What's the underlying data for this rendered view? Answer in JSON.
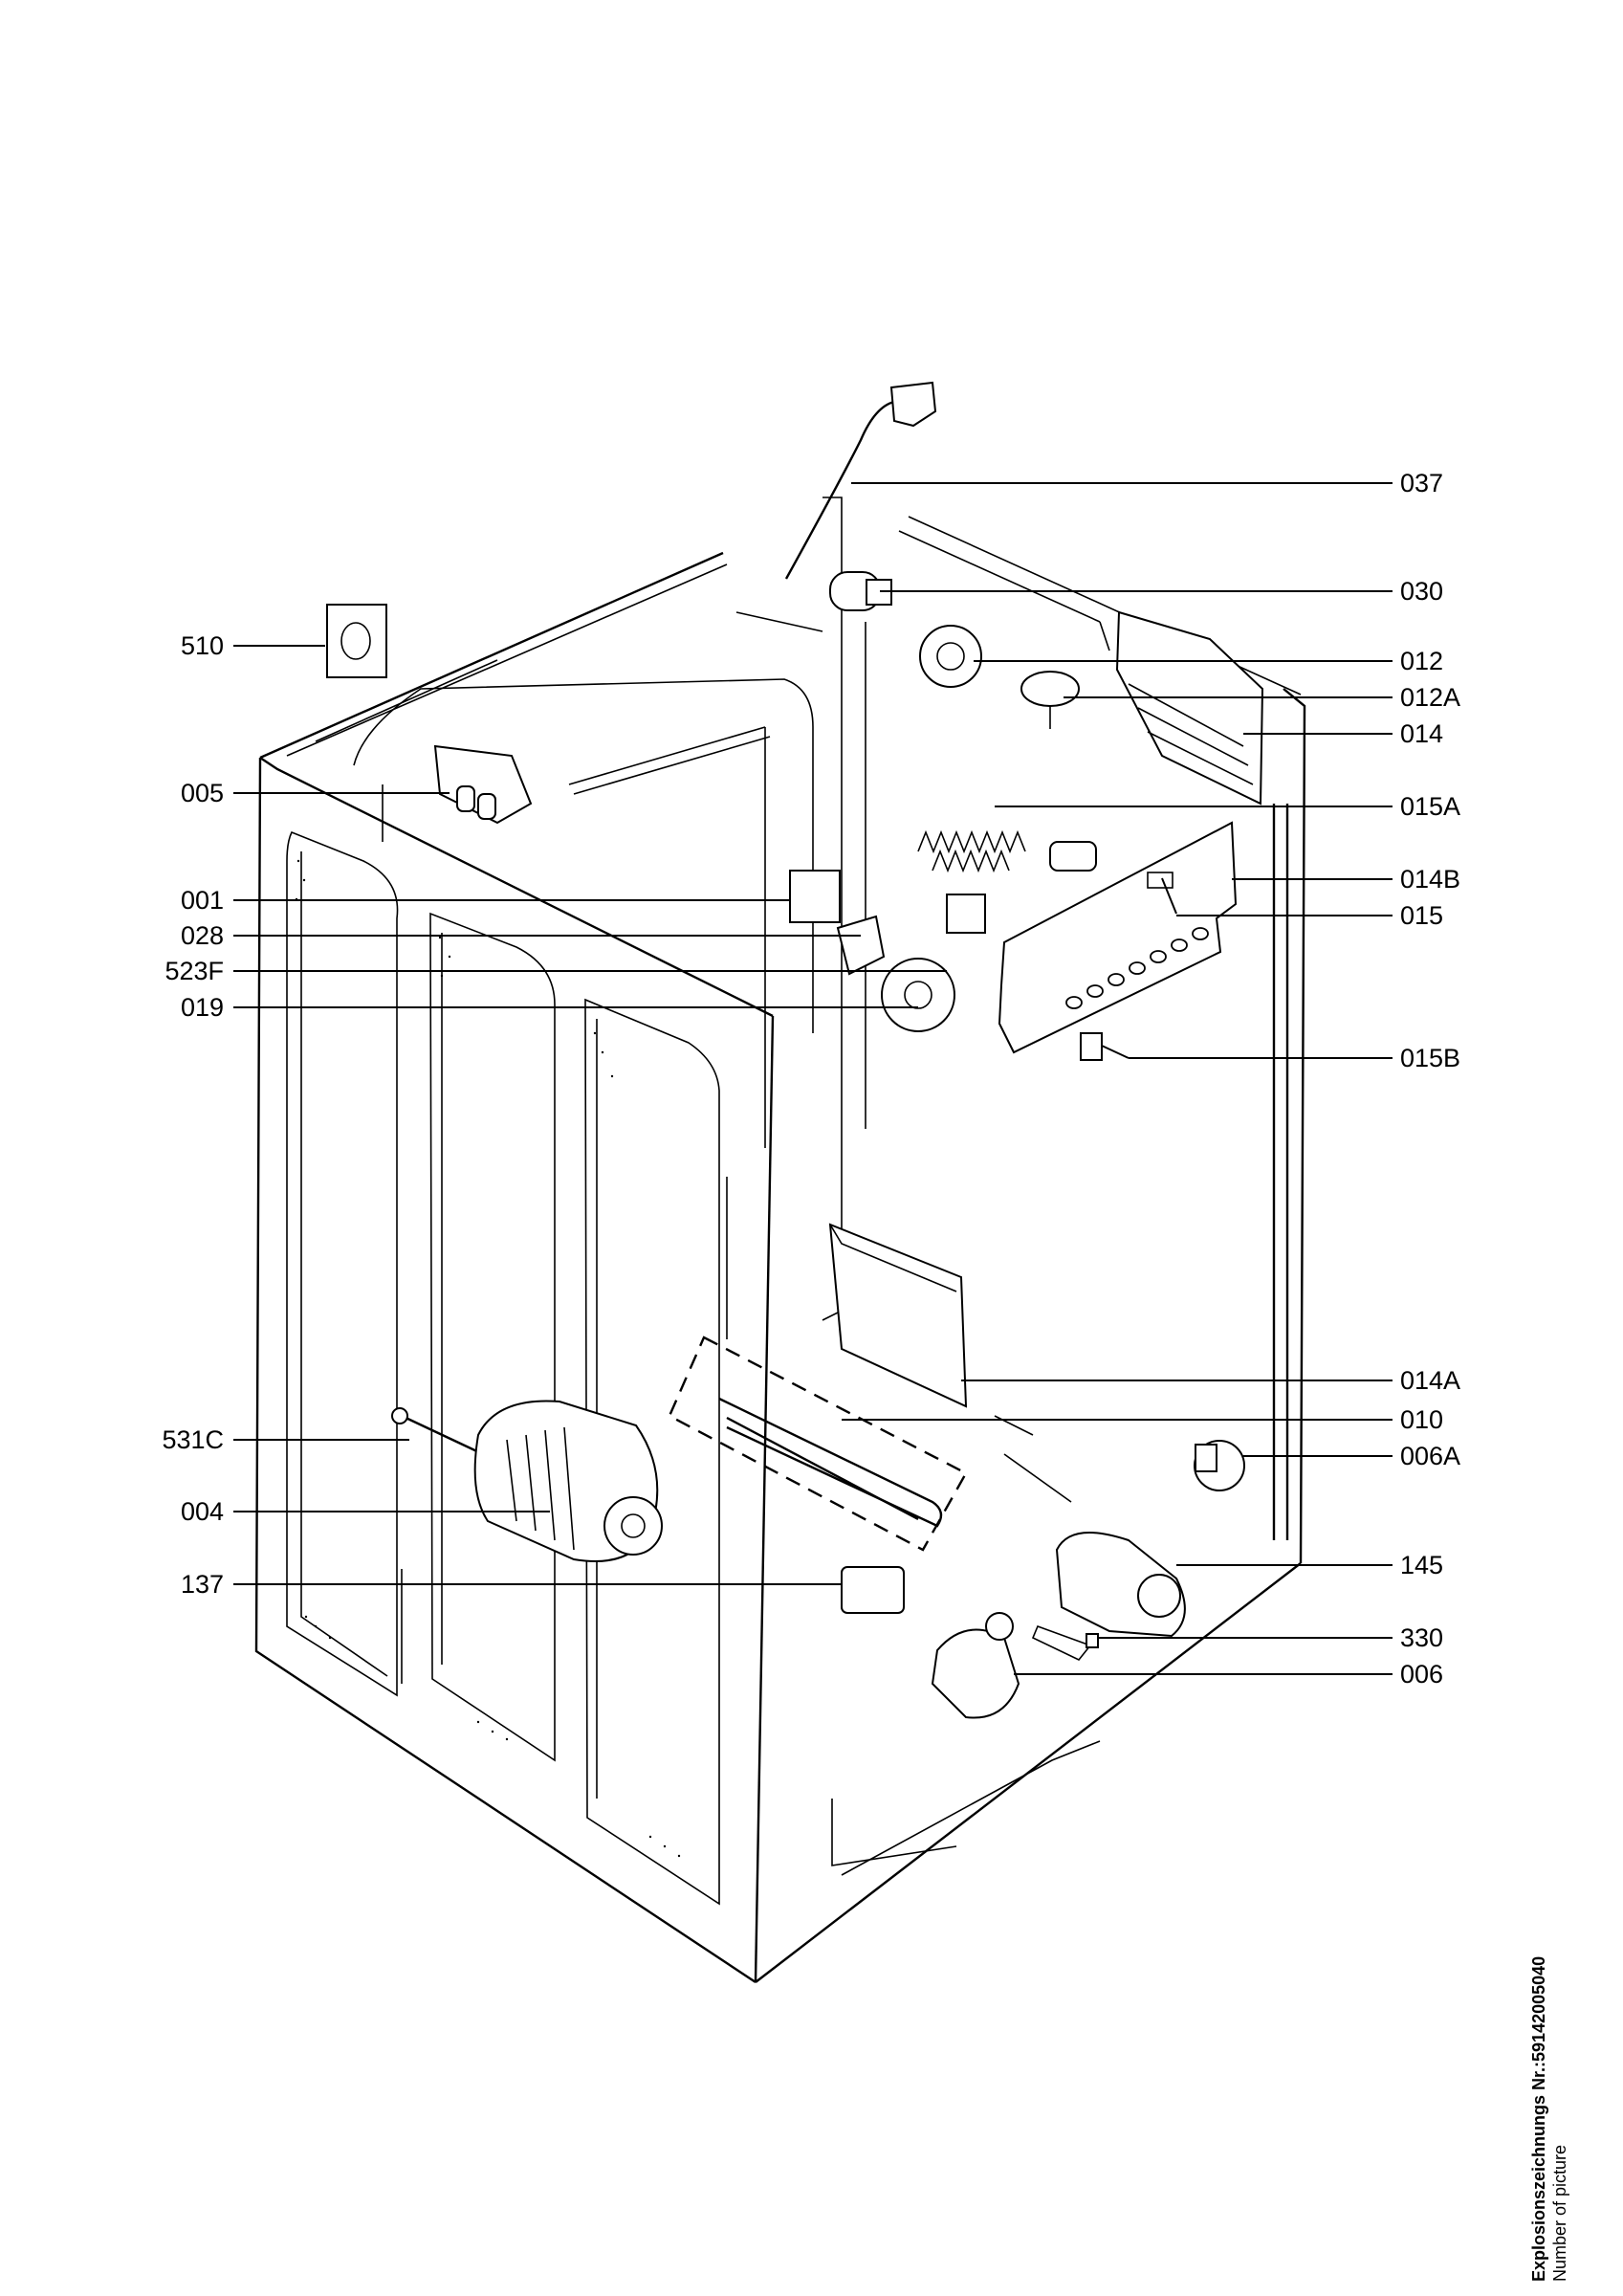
{
  "diagram": {
    "labels_left": [
      {
        "id": "510",
        "text": "510"
      },
      {
        "id": "005",
        "text": "005"
      },
      {
        "id": "001",
        "text": "001"
      },
      {
        "id": "028",
        "text": "028"
      },
      {
        "id": "523F",
        "text": "523F"
      },
      {
        "id": "019",
        "text": "019"
      },
      {
        "id": "531C",
        "text": "531C"
      },
      {
        "id": "004",
        "text": "004"
      },
      {
        "id": "137",
        "text": "137"
      }
    ],
    "labels_right": [
      {
        "id": "037",
        "text": "037"
      },
      {
        "id": "030",
        "text": "030"
      },
      {
        "id": "012",
        "text": "012"
      },
      {
        "id": "012A",
        "text": "012A"
      },
      {
        "id": "014",
        "text": "014"
      },
      {
        "id": "015A",
        "text": "015A"
      },
      {
        "id": "014B",
        "text": "014B"
      },
      {
        "id": "015",
        "text": "015"
      },
      {
        "id": "015B",
        "text": "015B"
      },
      {
        "id": "014A",
        "text": "014A"
      },
      {
        "id": "010",
        "text": "010"
      },
      {
        "id": "006A",
        "text": "006A"
      },
      {
        "id": "145",
        "text": "145"
      },
      {
        "id": "330",
        "text": "330"
      },
      {
        "id": "006",
        "text": "006"
      }
    ]
  },
  "caption": {
    "title": "Explosionszeichnungs Nr.:5914200504​0",
    "subtitle": "Number of picture"
  }
}
